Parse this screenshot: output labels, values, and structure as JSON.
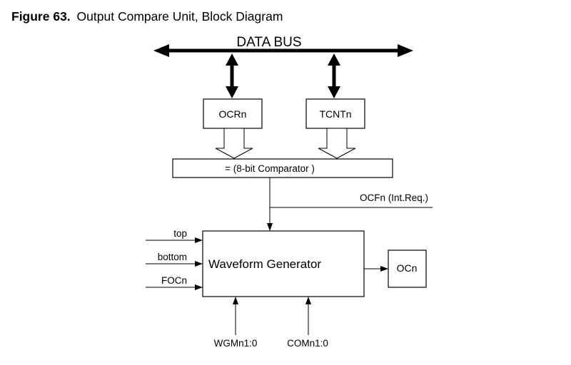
{
  "figure": {
    "number": "Figure 63.",
    "title": "Output Compare Unit, Block Diagram"
  },
  "blocks": {
    "data_bus": "DATA BUS",
    "ocr": "OCRn",
    "tcnt": "TCNTn",
    "comparator": "= (8-bit Comparator )",
    "waveform_generator": "Waveform Generator",
    "oc_output": "OCn"
  },
  "signals": {
    "ocf": "OCFn (Int.Req.)",
    "top": "top",
    "bottom": "bottom",
    "foc": "FOCn",
    "wgm": "WGMn1:0",
    "com": "COMn1:0"
  }
}
